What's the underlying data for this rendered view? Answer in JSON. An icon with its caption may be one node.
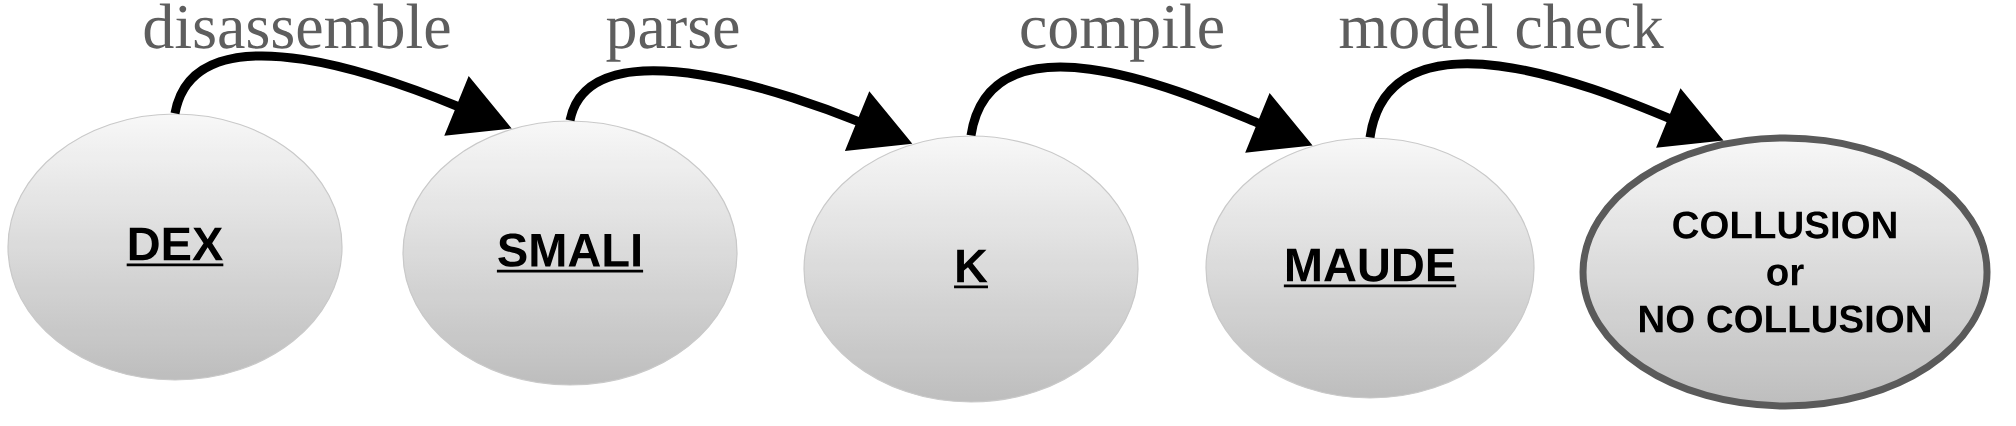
{
  "diagram": {
    "nodes": [
      {
        "text": [
          "DEX"
        ]
      },
      {
        "text": [
          "SMALI"
        ]
      },
      {
        "text": [
          "K"
        ]
      },
      {
        "text": [
          "MAUDE"
        ]
      },
      {
        "text": [
          "COLLUSION or NO COLLUSION"
        ]
      }
    ],
    "edges": [
      {
        "from": 0,
        "to": 1,
        "arrow": "to",
        "label": "disassemble"
      },
      {
        "from": 1,
        "to": 2,
        "arrow": "to",
        "label": "parse"
      },
      {
        "from": 2,
        "to": 3,
        "arrow": "to",
        "label": "compile"
      },
      {
        "from": 3,
        "to": 4,
        "arrow": "to",
        "label": "model check"
      }
    ]
  }
}
